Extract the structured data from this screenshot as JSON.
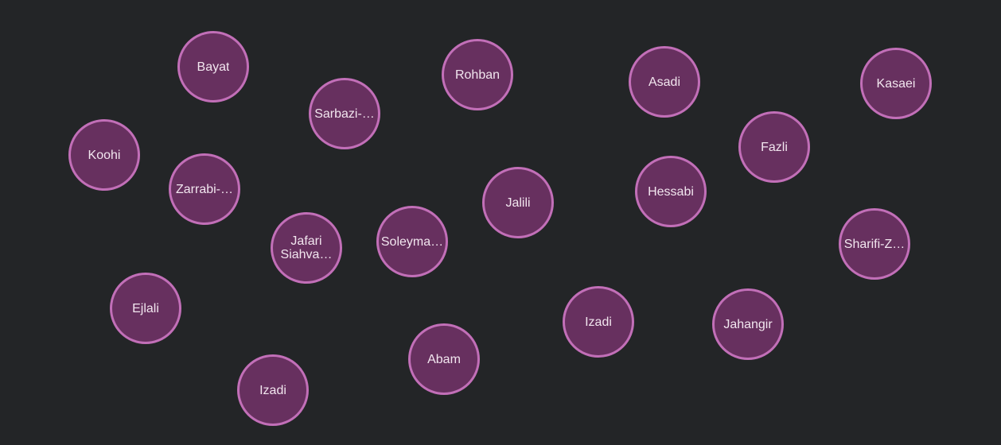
{
  "colors": {
    "background": "#232527",
    "node_fill": "#67305f",
    "node_border": "#c26fb8",
    "node_text": "#f2e6ef"
  },
  "nodes": [
    {
      "label": "Bayat"
    },
    {
      "label": "Sarbazi-…"
    },
    {
      "label": "Rohban"
    },
    {
      "label": "Asadi"
    },
    {
      "label": "Kasaei"
    },
    {
      "label": "Koohi"
    },
    {
      "label": "Zarrabi-…"
    },
    {
      "label": "Fazli"
    },
    {
      "label": "Jalili"
    },
    {
      "label": "Hessabi"
    },
    {
      "label": "Jafari\nSiahva…"
    },
    {
      "label": "Soleyma…"
    },
    {
      "label": "Sharifi-Z…"
    },
    {
      "label": "Ejlali"
    },
    {
      "label": "Izadi"
    },
    {
      "label": "Jahangir"
    },
    {
      "label": "Abam"
    },
    {
      "label": "Izadi"
    }
  ]
}
